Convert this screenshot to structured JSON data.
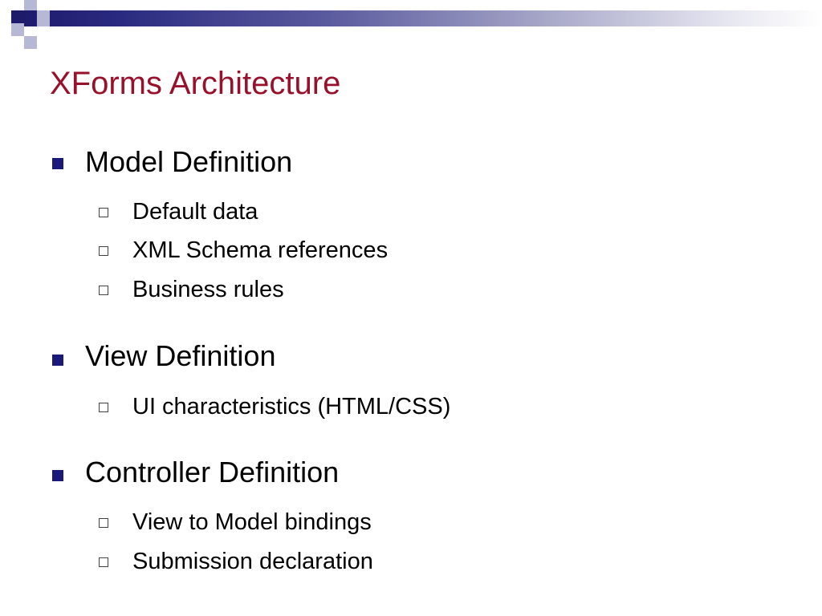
{
  "slide": {
    "title": "XForms Architecture",
    "sections": [
      {
        "heading": "Model Definition",
        "items": [
          "Default data",
          "XML Schema references",
          "Business rules"
        ]
      },
      {
        "heading": "View Definition",
        "items": [
          "UI characteristics (HTML/CSS)"
        ]
      },
      {
        "heading": "Controller Definition",
        "items": [
          "View to Model bindings",
          "Submission declaration"
        ]
      }
    ]
  },
  "colors": {
    "title": "#99102a",
    "accent_dark": "#1e1b6b",
    "accent_light": "#b7b7d6"
  }
}
